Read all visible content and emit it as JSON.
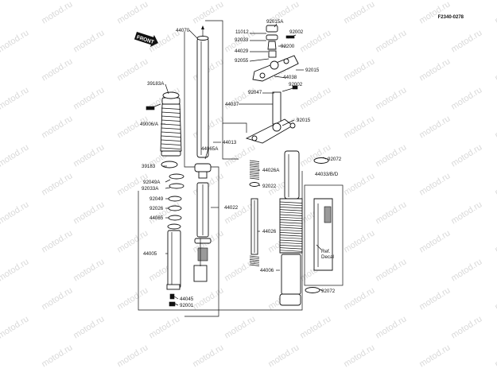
{
  "diagram_code": "F2340-0278",
  "watermark": "motod.ru",
  "front_label": "FRONT",
  "decal_label": "Ref.\nDecal",
  "labels": [
    "44070",
    "11012",
    "92015A",
    "92002",
    "92033",
    "92200",
    "44029",
    "92055",
    "44038",
    "92015",
    "92002",
    "92047",
    "44037",
    "39183A",
    "49006/A",
    "44013",
    "92015",
    "44065A",
    "39183",
    "92072",
    "44026A",
    "44033/B/D",
    "92049A",
    "92033A",
    "92022",
    "44022",
    "92049",
    "92026",
    "44065",
    "44026",
    "44005",
    "44006",
    "44045",
    "92001",
    "92072"
  ]
}
